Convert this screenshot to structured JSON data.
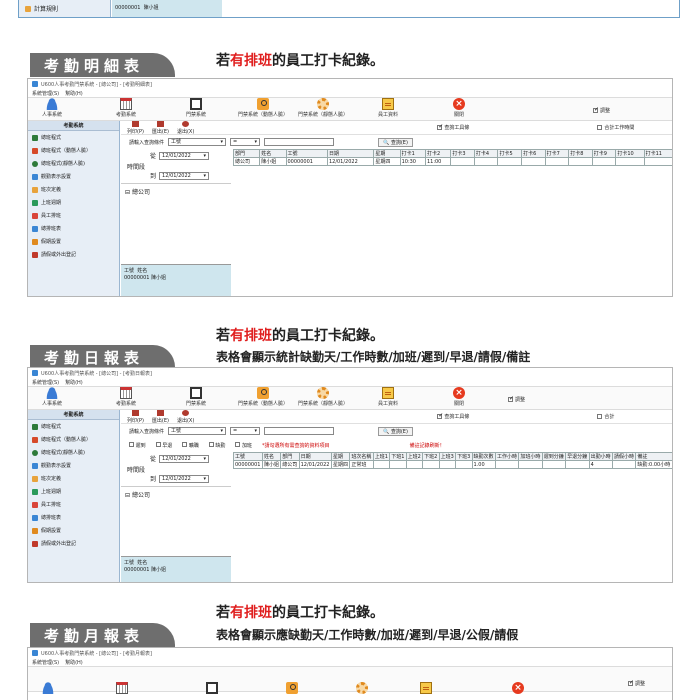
{
  "top_crop": {
    "nav_item": "計算規則",
    "emp_id": "00000001",
    "emp_name": "陳小姐"
  },
  "toolbar_labels": {
    "personnel": "人事系統",
    "attendance": "考勤系統",
    "door": "門禁系統",
    "door_dynamic": "門禁系統（動態人臉）",
    "door_static": "門禁系統（靜態人臉）",
    "staff_data": "員工資料",
    "close": "關閉"
  },
  "nav_header": "考勤系統",
  "nav_items": [
    "總班程式",
    "總班程式（動態人臉）",
    "總班程式(靜態人臉)",
    "觀勤表示設置",
    "班次定義",
    "上班週期",
    "員工排班",
    "總排班表",
    "假期設置",
    "請假或外出登記"
  ],
  "small_toolbar": {
    "print": "列印(P)",
    "export": "匯出(E)",
    "exit": "退出(X)"
  },
  "criteria": {
    "employee_name_label": "請輸入查詢條件",
    "field": "工號",
    "op": "=",
    "query_btn": "查詢(E)",
    "period_label": "時間段",
    "from_label": "從",
    "to_label": "到",
    "date_from": "12/01/2022",
    "date_to": "12/01/2022",
    "org": "總公司",
    "emp_col_id": "工號",
    "emp_col_name": "姓名",
    "emp_id": "00000001",
    "emp_name": "陳小姐",
    "realtime_bar": "查詢工具條",
    "total_hours": "合計工作時間",
    "sum": "合計",
    "adjust": "調整"
  },
  "sections": [
    {
      "banner": "考勤明細表",
      "caption_pre": "若",
      "caption_red": "有排班",
      "caption_post": "的員工打卡紀錄。",
      "window_title": "U600人事考勤門禁系統 - [總公司] - [考勤明細表]",
      "menu": [
        "系統管理(S)",
        "幫助(H)"
      ],
      "table_headers": [
        "部門",
        "姓名",
        "工號",
        "日期",
        "星期",
        "打卡1",
        "打卡2",
        "打卡3",
        "打卡4",
        "打卡5",
        "打卡6",
        "打卡7",
        "打卡8",
        "打卡9",
        "打卡10",
        "打卡11"
      ],
      "row": [
        "總公司",
        "陳小姐",
        "00000001",
        "12/01/2022",
        "星期四",
        "10:30",
        "11:00"
      ]
    },
    {
      "banner": "考勤日報表",
      "caption_pre": "若",
      "caption_red": "有排班",
      "caption_post": "的員工打卡紀錄。",
      "subcaption": "表格會顯示統計缺勤天/工作時數/加班/遲到/早退/請假/備註",
      "window_title": "U600人事考勤門禁系統 - [總公司] - [考勤日報表]",
      "menu": [
        "系統管理(S)",
        "幫助(H)"
      ],
      "checks": [
        "遲到",
        "早退",
        "曠職",
        "缺勤",
        "加班"
      ],
      "note1": "*請勾選所有需查詢的資料項目",
      "note2": "備註記錄刷新！",
      "table_headers": [
        "工號",
        "姓名",
        "部門",
        "日期",
        "星期",
        "班次名稱",
        "上班1",
        "下班1",
        "上班2",
        "下班2",
        "上班3",
        "下班3",
        "缺勤次數",
        "工作小時",
        "加班小時",
        "遲到分鐘",
        "早退分鐘",
        "出勤小時",
        "請假小時",
        "備註"
      ],
      "row": [
        "00000001",
        "陳小姐",
        "總公司",
        "12/01/2022",
        "星期四",
        "正常班",
        "1.00",
        "4",
        "缺勤:0.00小時"
      ]
    },
    {
      "banner": "考勤月報表",
      "caption_pre": "若",
      "caption_red": "有排班",
      "caption_post": "的員工打卡紀錄。",
      "subcaption": "表格會顯示應缺勤天/工作時數/加班/遲到/早退/公假/請假",
      "window_title": "U600人事考勤門禁系統 - [總公司] - [考勤月報表]",
      "menu": [
        "系統管理(S)",
        "幫助(H)"
      ],
      "checkbox": "調整"
    }
  ]
}
